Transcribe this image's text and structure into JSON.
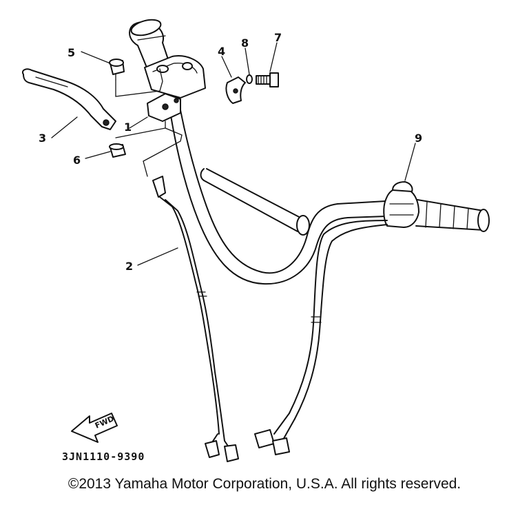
{
  "callouts": {
    "c1": "1",
    "c2": "2",
    "c3": "3",
    "c4": "4",
    "c5": "5",
    "c6": "6",
    "c7": "7",
    "c8": "8",
    "c9": "9"
  },
  "fwd_label": "FWD",
  "part_code": "3JN1110-9390",
  "copyright": "©2013 Yamaha Motor Corporation, U.S.A. All rights reserved."
}
